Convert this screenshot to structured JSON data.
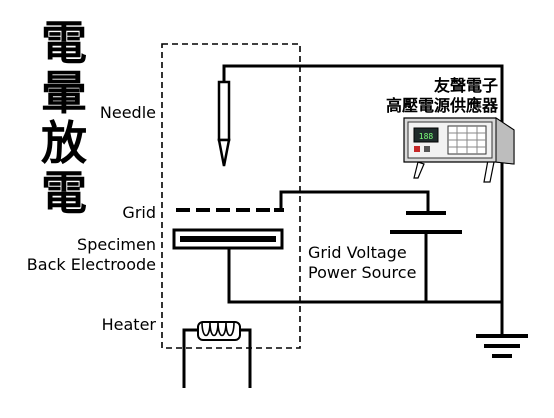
{
  "title_vertical": [
    "電",
    "暈",
    "放",
    "電"
  ],
  "labels": {
    "needle": "Needle",
    "grid": "Grid",
    "specimen": "Specimen",
    "back_electrode": "Back Electroode",
    "heater": "Heater",
    "grid_voltage_line1": "Grid Voltage",
    "grid_voltage_line2": "Power Source"
  },
  "vendor": {
    "line1": "友聲電子",
    "line2": "高壓電源供應器"
  },
  "device_display": "188",
  "colors": {
    "line": "#000000",
    "device_body": "#d9d9d9",
    "device_panel": "#f2f2f2",
    "display_bg": "#1f2b2b",
    "keypad": "#ffffff"
  }
}
